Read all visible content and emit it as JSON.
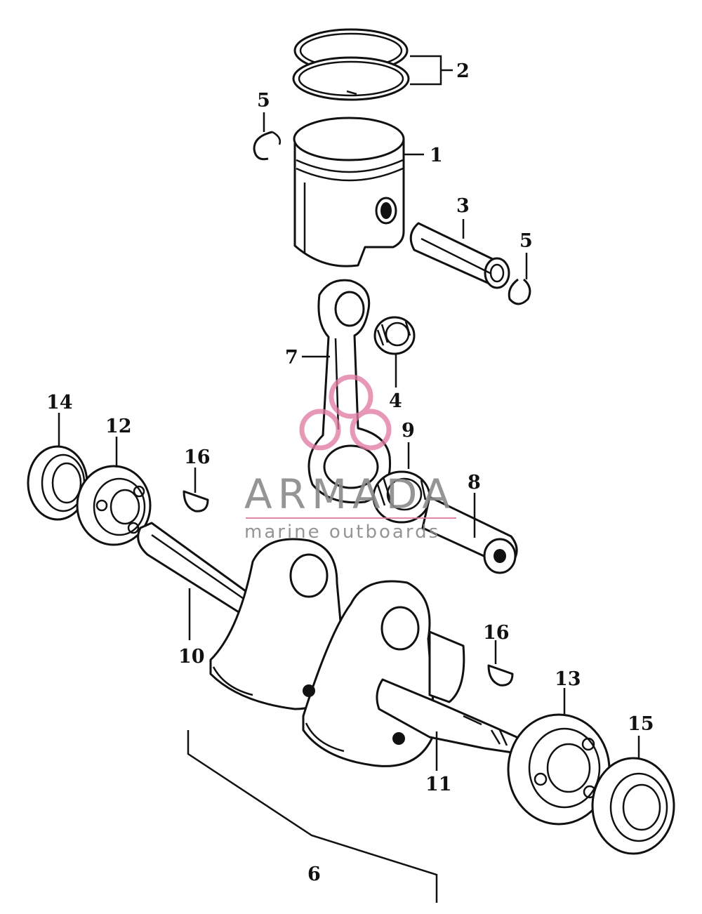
{
  "callouts": [
    {
      "id": "1",
      "text": "1"
    },
    {
      "id": "2",
      "text": "2"
    },
    {
      "id": "3",
      "text": "3"
    },
    {
      "id": "4",
      "text": "4"
    },
    {
      "id": "5a",
      "text": "5"
    },
    {
      "id": "5b",
      "text": "5"
    },
    {
      "id": "6",
      "text": "6"
    },
    {
      "id": "7",
      "text": "7"
    },
    {
      "id": "8",
      "text": "8"
    },
    {
      "id": "9",
      "text": "9"
    },
    {
      "id": "10",
      "text": "10"
    },
    {
      "id": "11",
      "text": "11"
    },
    {
      "id": "12",
      "text": "12"
    },
    {
      "id": "13",
      "text": "13"
    },
    {
      "id": "14",
      "text": "14"
    },
    {
      "id": "15",
      "text": "15"
    },
    {
      "id": "16a",
      "text": "16"
    },
    {
      "id": "16b",
      "text": "16"
    }
  ],
  "watermark": {
    "brand": "ARMADA",
    "tagline": "marine outboards",
    "colors": {
      "logo": "#e07aa0",
      "text": "#8a8a8a"
    }
  }
}
